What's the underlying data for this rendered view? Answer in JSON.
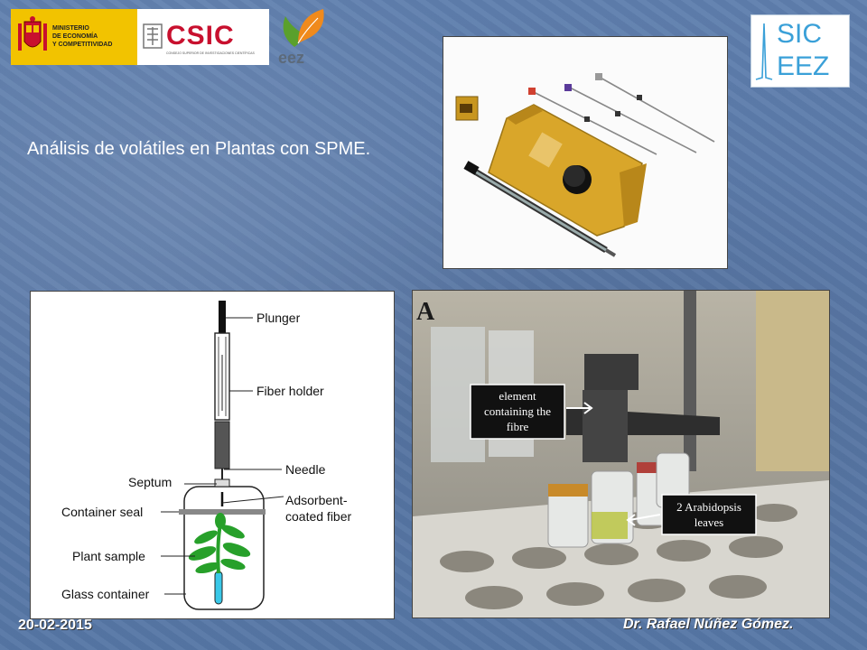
{
  "logos": {
    "ministerio_text": [
      "MINISTERIO",
      "DE ECONOMÍA",
      "Y COMPETITIVIDAD"
    ],
    "csic_text": "CSIC",
    "csic_subtitle": "CONSEJO SUPERIOR DE INVESTIGACIONES CIENTÍFICAS",
    "eez_text": "eez",
    "sic_line1": "SIC",
    "sic_line2": "EEZ"
  },
  "slide": {
    "title": "Análisis de volátiles en Plantas con SPME."
  },
  "diagram": {
    "labels": {
      "plunger": "Plunger",
      "fiber_holder": "Fiber holder",
      "needle": "Needle",
      "septum": "Septum",
      "adsorbent_1": "Adsorbent-",
      "adsorbent_2": "coated fiber",
      "container_seal": "Container seal",
      "plant_sample": "Plant sample",
      "glass_container": "Glass container"
    }
  },
  "photo_a": {
    "panel_letter": "A",
    "callout1": [
      "element",
      "containing the",
      "fibre"
    ],
    "callout2": [
      "2 Arabidopsis",
      "leaves"
    ]
  },
  "footer": {
    "date": "20-02-2015",
    "author": "Dr. Rafael Núñez Gómez."
  }
}
